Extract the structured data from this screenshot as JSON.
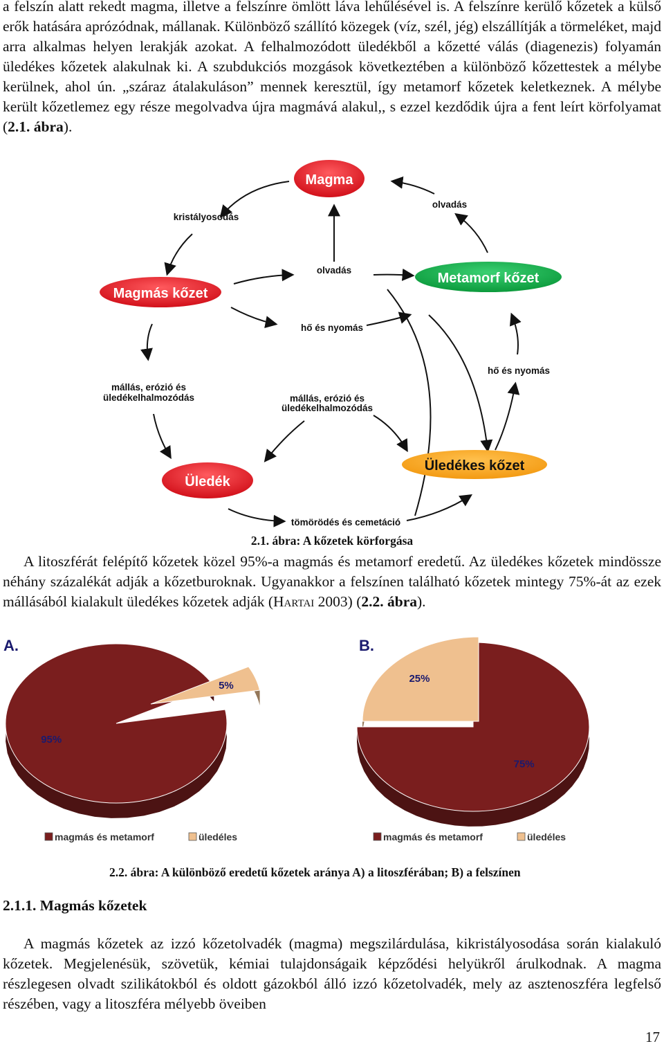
{
  "para1": "a felszín alatt rekedt magma, illetve a felszínre ömlött láva lehűlésével is. A felszínre kerülő kőzetek a külső erők hatására aprózódnak, mállanak. Különböző szállító közegek (víz, szél, jég) elszállítják a törmeléket, majd arra alkalmas helyen lerakják azokat. A felhalmozódott üledékből a kőzetté válás (diagenezis) folyamán üledékes kőzetek alakulnak ki. A szubdukciós mozgások következtében a különböző kőzettestek a mélybe kerülnek, ahol ún. „száraz átalakuláson” mennek keresztül, így metamorf kőzetek keletkeznek. A mélybe került kőzetlemez egy része megolvadva újra magmává alakul,, s ezzel kezdődik újra a fent leírt körfolyamat (",
  "para1_ref": "2.1. ábra",
  "para1_end": ").",
  "cycle": {
    "nodes": {
      "magma": "Magma",
      "igneous": "Magmás kőzet",
      "metamorphic": "Metamorf kőzet",
      "sediment": "Üledék",
      "sedimentary": "Üledékes kőzet"
    },
    "labels": {
      "crystallization": "kristályosodás",
      "melting_right": "olvadás",
      "melting_center": "olvadás",
      "heat_pressure_center": "hő és nyomás",
      "heat_pressure_right": "hő és nyomás",
      "weathering_left_1": "mállás, erózió és",
      "weathering_left_2": "üledékelhalmozódás",
      "weathering_center_1": "mállás, erózió és",
      "weathering_center_2": "üledékelhalmozódás",
      "compaction": "tömörödés és cemetáció"
    },
    "colors": {
      "magma": "#e8151b",
      "igneous": "#e8151b",
      "metamorphic": "#14b04a",
      "sediment": "#d31a1f",
      "sedimentary": "#f7a21a"
    }
  },
  "caption1": "2.1. ábra: A kőzetek körforgása",
  "para2_a": "A litoszférát felépítő kőzetek közel 95%-a magmás és metamorf eredetű. Az üledékes kőzetek mindössze néhány százalékát adják a kőzetburoknak. Ugyanakkor a felszínen található kőzetek mintegy 75%-át az ezek mállásából kialakult üledékes kőzetek adják (",
  "para2_author": "Hartai",
  "para2_b": " 2003) (",
  "para2_ref": "2.2. ábra",
  "para2_c": ").",
  "chart_data": [
    {
      "type": "pie",
      "panel_label": "A.",
      "categories": [
        "magmás és metamorf",
        "üledéles"
      ],
      "values": [
        95,
        5
      ],
      "value_labels": [
        "95%",
        "5%"
      ],
      "colors": [
        "#7a1e1e",
        "#efc08f"
      ],
      "legend_position": "bottom"
    },
    {
      "type": "pie",
      "panel_label": "B.",
      "categories": [
        "magmás és metamorf",
        "üledéles"
      ],
      "values": [
        75,
        25
      ],
      "value_labels": [
        "75%",
        "25%"
      ],
      "colors": [
        "#7a1e1e",
        "#efc08f"
      ],
      "legend_position": "bottom"
    }
  ],
  "caption2": "2.2. ábra: A különböző eredetű kőzetek aránya A) a litoszférában; B) a felszínen",
  "heading": "2.1.1. Magmás kőzetek",
  "para3": "A magmás kőzetek az izzó kőzetolvadék (magma) megszilárdulása, kikristályosodása során kialakuló kőzetek. Megjelenésük, szövetük, kémiai tulajdonságaik képződési helyükről árulkodnak. A magma részlegesen olvadt szilikátokból és oldott gázokból álló izzó kőzetolvadék, mely az asztenoszféra legfelső részében, vagy a litoszféra mélyebb öveiben",
  "page_number": "17"
}
